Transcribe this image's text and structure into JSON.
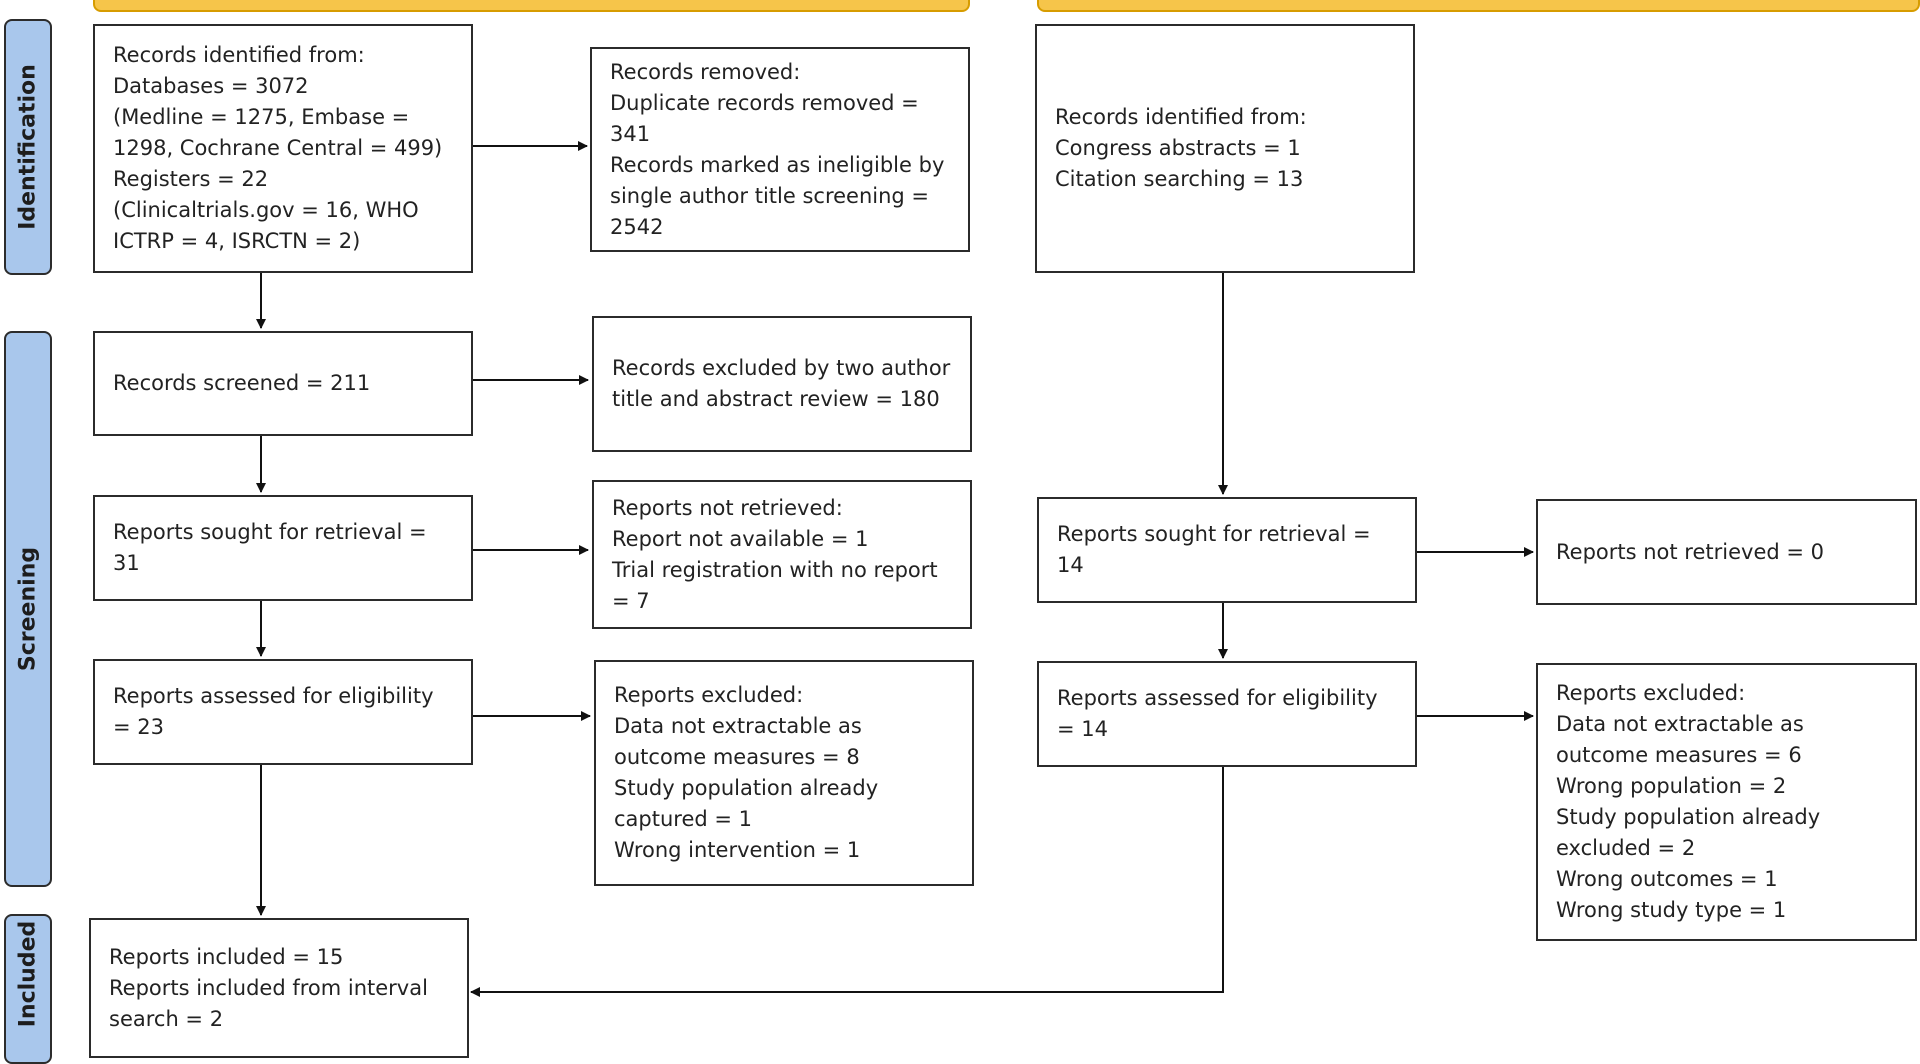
{
  "phases": {
    "identification": "Identification",
    "screening": "Screening",
    "included": "Included"
  },
  "left": {
    "identified": [
      "Records identified from:",
      "Databases = 3072",
      "(Medline = 1275, Embase = 1298, Cochrane Central = 499)",
      "Registers = 22",
      "(Clinicaltrials.gov = 16, WHO ICTRP = 4, ISRCTN = 2)"
    ],
    "removed": [
      "Records removed:",
      "Duplicate records removed = 341",
      "Records marked as ineligible by single author title screening = 2542"
    ],
    "screened": [
      "Records screened = 211"
    ],
    "excluded_screen": [
      "Records excluded by two author title and abstract review = 180"
    ],
    "sought": [
      "Reports sought for retrieval = 31"
    ],
    "not_retrieved": [
      "Reports not retrieved:",
      "Report not available = 1",
      "Trial registration with no report = 7"
    ],
    "assessed": [
      "Reports assessed for eligibility = 23"
    ],
    "excluded_reports": [
      "Reports excluded:",
      "Data not extractable as outcome measures = 8",
      "Study population already captured = 1",
      "Wrong intervention = 1"
    ],
    "included": [
      "Reports included = 15",
      "Reports included from interval search = 2"
    ]
  },
  "right": {
    "identified": [
      "Records identified from:",
      "Congress abstracts = 1",
      "Citation searching = 13"
    ],
    "sought": [
      "Reports sought for retrieval = 14"
    ],
    "not_retrieved": [
      "Reports not retrieved = 0"
    ],
    "assessed": [
      "Reports assessed for eligibility = 14"
    ],
    "excluded_reports": [
      "Reports excluded:",
      "Data not extractable as outcome measures = 6",
      "Wrong population = 2",
      "Study population already excluded = 2",
      "Wrong outcomes = 1",
      "Wrong study type = 1"
    ]
  },
  "colors": {
    "phase_fill": "#a9c7ec",
    "header_fill": "#f6c54a",
    "header_border": "#d79c00",
    "stroke": "#2b2b2b"
  }
}
